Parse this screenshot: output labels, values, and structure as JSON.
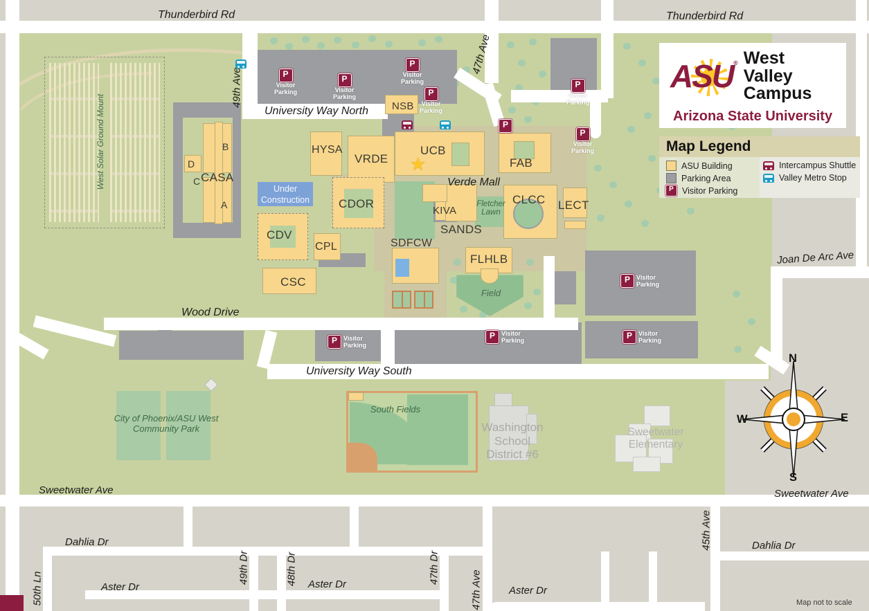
{
  "logo": {
    "asu": "ASU",
    "reg": "®",
    "campus": "West Valley\nCampus",
    "university": "Arizona State University"
  },
  "legend": {
    "title": "Map Legend",
    "asu_building": "ASU Building",
    "parking_area": "Parking Area",
    "visitor_parking": "Visitor Parking",
    "shuttle": "Intercampus Shuttle",
    "metro": "Valley Metro Stop"
  },
  "parking": {
    "p": "P",
    "label": "Visitor\nParking"
  },
  "streets": {
    "thunderbird": "Thunderbird Rd",
    "ave49": "49th Ave",
    "uwn": "University Way North",
    "ave47": "47th Ave",
    "joandearc": "Joan De Arc Ave",
    "wood": "Wood Drive",
    "uws": "University Way South",
    "sweetwater": "Sweetwater Ave",
    "dahlia": "Dahlia Dr",
    "aster": "Aster Dr",
    "ln50": "50th Ln",
    "dr49": "49th Dr",
    "dr48": "48th Dr",
    "dr47": "47th Dr",
    "ave45": "45th Ave"
  },
  "buildings": {
    "nsb": "NSB",
    "hysa": "HYSA",
    "vrde": "VRDE",
    "ucb": "UCB",
    "fab": "FAB",
    "casa": "CASA",
    "casa_a": "A",
    "casa_b": "B",
    "casa_c": "C",
    "casa_d": "D",
    "cdor": "CDOR",
    "cdv": "CDV",
    "cpl": "CPL",
    "csc": "CSC",
    "kiva": "KIVA",
    "sands": "SANDS",
    "sdfcw": "SDFCW",
    "flhlb": "FLHLB",
    "clcc": "CLCC",
    "lect": "LECT"
  },
  "areas": {
    "solar": "West Solar Ground Mount",
    "under_construction": "Under\nConstruction",
    "verde_mall": "Verde Mall",
    "fletcher_lawn": "Fletcher\nLawn",
    "field": "Field",
    "south_fields": "South Fields",
    "community_park": "City of Phoenix/ASU West\nCommunity Park",
    "washington": "Washington\nSchool\nDistrict #6",
    "sweetwater_elementary": "Sweetwater\nElementary"
  },
  "compass": {
    "n": "N",
    "e": "E",
    "s": "S",
    "w": "W"
  },
  "footnote": "Map not to scale",
  "colors": {
    "asu_maroon": "#8C1D40",
    "asu_gold": "#FFC627",
    "campus_green": "#c8d2a0",
    "building_yellow": "#f8d68c",
    "parking_gray": "#9b9da0",
    "offcampus_gray": "#d6d3ca",
    "metro_blue": "#1b9cc6"
  }
}
